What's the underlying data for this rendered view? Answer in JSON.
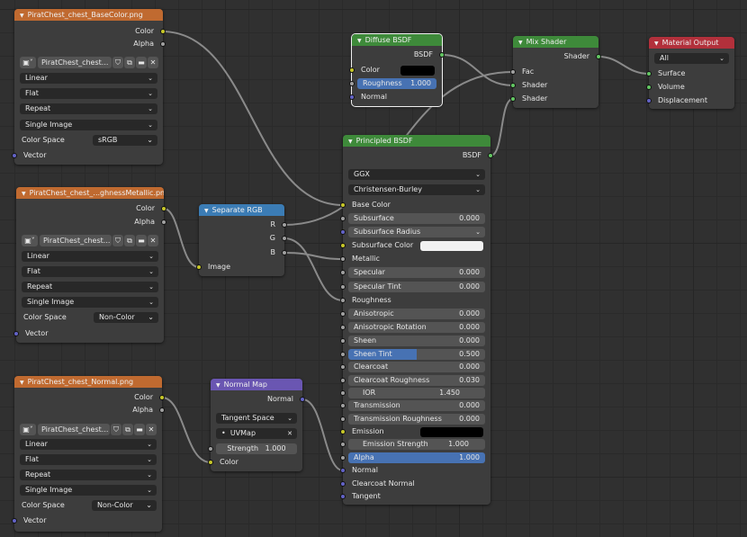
{
  "tex1": {
    "title": "PiratChest_chest_BaseColor.png",
    "out_color": "Color",
    "out_alpha": "Alpha",
    "image_name": "PiratChest_chest...",
    "interpolation": "Linear",
    "projection": "Flat",
    "extension": "Repeat",
    "source": "Single Image",
    "colorspace_label": "Color Space",
    "colorspace": "sRGB",
    "in_vector": "Vector"
  },
  "tex2": {
    "title": "PiratChest_chest_...ghnessMetallic.png",
    "out_color": "Color",
    "out_alpha": "Alpha",
    "image_name": "PiratChest_chest...",
    "interpolation": "Linear",
    "projection": "Flat",
    "extension": "Repeat",
    "source": "Single Image",
    "colorspace_label": "Color Space",
    "colorspace": "Non-Color",
    "in_vector": "Vector"
  },
  "tex3": {
    "title": "PiratChest_chest_Normal.png",
    "out_color": "Color",
    "out_alpha": "Alpha",
    "image_name": "PiratChest_chest...",
    "interpolation": "Linear",
    "projection": "Flat",
    "extension": "Repeat",
    "source": "Single Image",
    "colorspace_label": "Color Space",
    "colorspace": "Non-Color",
    "in_vector": "Vector"
  },
  "sep": {
    "title": "Separate RGB",
    "out_r": "R",
    "out_g": "G",
    "out_b": "B",
    "in_image": "Image"
  },
  "nmap": {
    "title": "Normal Map",
    "out_normal": "Normal",
    "space": "Tangent Space",
    "uvmap": "UVMap",
    "strength_label": "Strength",
    "strength": "1.000",
    "in_color": "Color"
  },
  "diffuse": {
    "title": "Diffuse BSDF",
    "out_bsdf": "BSDF",
    "color_label": "Color",
    "color_value": "#000000",
    "roughness_label": "Roughness",
    "roughness": "1.000",
    "normal_label": "Normal"
  },
  "mix": {
    "title": "Mix Shader",
    "out_shader": "Shader",
    "in_fac": "Fac",
    "in_shader1": "Shader",
    "in_shader2": "Shader"
  },
  "output": {
    "title": "Material Output",
    "target": "All",
    "in_surface": "Surface",
    "in_volume": "Volume",
    "in_displacement": "Displacement"
  },
  "principled": {
    "title": "Principled BSDF",
    "out_bsdf": "BSDF",
    "distribution": "GGX",
    "subsurface_method": "Christensen-Burley",
    "base_color": "Base Color",
    "subsurface": {
      "label": "Subsurface",
      "value": "0.000"
    },
    "subsurface_radius": "Subsurface Radius",
    "subsurface_color": "Subsurface Color",
    "metallic": "Metallic",
    "specular": {
      "label": "Specular",
      "value": "0.000"
    },
    "specular_tint": {
      "label": "Specular Tint",
      "value": "0.000"
    },
    "roughness": "Roughness",
    "anisotropic": {
      "label": "Anisotropic",
      "value": "0.000"
    },
    "anisotropic_rotation": {
      "label": "Anisotropic Rotation",
      "value": "0.000"
    },
    "sheen": {
      "label": "Sheen",
      "value": "0.000"
    },
    "sheen_tint": {
      "label": "Sheen Tint",
      "value": "0.500",
      "fraction": 0.5
    },
    "clearcoat": {
      "label": "Clearcoat",
      "value": "0.000"
    },
    "clearcoat_roughness": {
      "label": "Clearcoat Roughness",
      "value": "0.030"
    },
    "ior": {
      "label": "IOR",
      "value": "1.450"
    },
    "transmission": {
      "label": "Transmission",
      "value": "0.000"
    },
    "transmission_roughness": {
      "label": "Transmission Roughness",
      "value": "0.000"
    },
    "emission": "Emission",
    "emission_strength": {
      "label": "Emission Strength",
      "value": "1.000"
    },
    "alpha": {
      "label": "Alpha",
      "value": "1.000",
      "fraction": 1.0
    },
    "normal": "Normal",
    "clearcoat_normal": "Clearcoat Normal",
    "tangent": "Tangent"
  },
  "colors": {
    "texture_header": "#c06a30",
    "shader_header": "#3e8a3a",
    "output_header": "#b2303b",
    "converter_header": "#3b7cb5",
    "vector_header": "#6a56b2",
    "link": "#8a8a8a",
    "socket_color": "#c7c729",
    "socket_shader": "#63c763",
    "socket_vector": "#6363c7",
    "socket_float": "#a1a1a1",
    "slider_fill": "#4772b3"
  }
}
